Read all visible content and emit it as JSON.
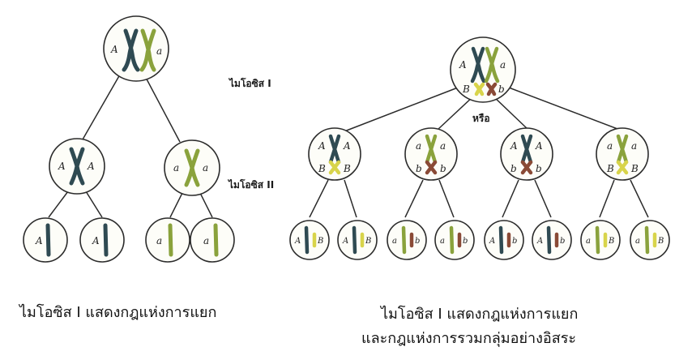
{
  "colors": {
    "dark_chromosome": "#2f4a52",
    "light_chromosome": "#8aa23c",
    "yellow_chromosome": "#d8d44a",
    "brown_chromosome": "#8a4a36",
    "cell_outline": "#2b2b2b"
  },
  "left_diagram": {
    "stage1_label": "ไมโอซิส I",
    "stage2_label": "ไมโอซิส II",
    "parent_alleles": [
      "A",
      "a"
    ],
    "daughter1_alleles": [
      "A",
      "A"
    ],
    "daughter2_alleles": [
      "a",
      "a"
    ],
    "gametes": [
      "A",
      "A",
      "a",
      "a"
    ],
    "caption": "ไมโอซิส I  แสดงกฎแห่งการแยก"
  },
  "right_diagram": {
    "parent_alleles_top": [
      "A",
      "a"
    ],
    "parent_alleles_bottom": [
      "B",
      "b"
    ],
    "or_label": "หรือ",
    "daughters": [
      {
        "top": [
          "A",
          "A"
        ],
        "bottom": [
          "B",
          "B"
        ]
      },
      {
        "top": [
          "a",
          "a"
        ],
        "bottom": [
          "b",
          "b"
        ]
      },
      {
        "top": [
          "A",
          "A"
        ],
        "bottom": [
          "b",
          "b"
        ]
      },
      {
        "top": [
          "a",
          "a"
        ],
        "bottom": [
          "B",
          "B"
        ]
      }
    ],
    "gametes": [
      [
        "A",
        "B"
      ],
      [
        "A",
        "B"
      ],
      [
        "a",
        "b"
      ],
      [
        "a",
        "b"
      ],
      [
        "A",
        "b"
      ],
      [
        "A",
        "b"
      ],
      [
        "a",
        "B"
      ],
      [
        "a",
        "B"
      ]
    ],
    "caption_line1": "ไมโอซิส I แสดงกฎแห่งการแยก",
    "caption_line2": "และกฎแห่งการรวมกลุ่มอย่างอิสระ"
  }
}
